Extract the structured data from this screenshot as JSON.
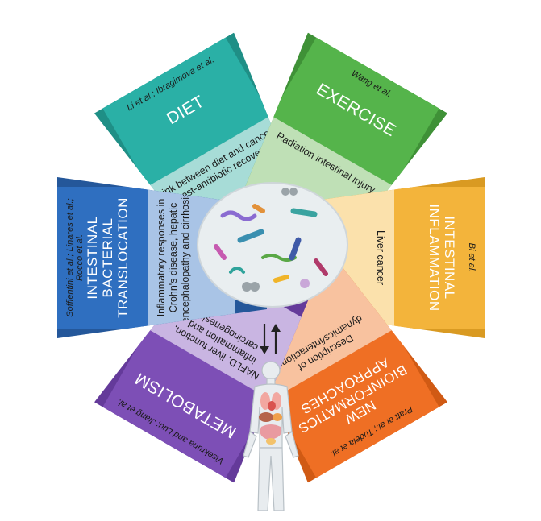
{
  "panels": [
    {
      "key": "diet",
      "refs": "Li et al.; Ibragimova et al.",
      "title": "DIET",
      "desc": "Link between diet and cancer, post-antibiotic recovery",
      "colors": {
        "head": "#2ab0a6",
        "body": "#a7dcd7",
        "side": "#1f8f86"
      }
    },
    {
      "key": "exercise",
      "refs": "Wang et al.",
      "title": "EXERCISE",
      "desc": "Radiation intestinal injury",
      "colors": {
        "head": "#55b44b",
        "body": "#bfe0b6",
        "side": "#3f9137"
      }
    },
    {
      "key": "inflammation",
      "refs": "Bi et al.",
      "title": "INTESTINAL INFLAMMATION",
      "desc": "Liver cancer",
      "colors": {
        "head": "#f3b43b",
        "body": "#fbe1ac",
        "side": "#d99a22"
      }
    },
    {
      "key": "bioinformatics",
      "refs": "Pratt et al.; Tudela et al.",
      "title": "NEW BIOINFORMATICS APPROACHES",
      "desc": "Description of dynamics/interactions",
      "colors": {
        "head": "#ef6f24",
        "body": "#f8c29f",
        "side": "#d05a14"
      }
    },
    {
      "key": "metabolism",
      "refs": "Visekruna and Luu; Jiang et al.",
      "title": "METABOLISM",
      "desc": "NAFLD, liver function, inflammation and carcinogenesis",
      "colors": {
        "head": "#7d4fb6",
        "body": "#c9b5e2",
        "side": "#643a9a"
      }
    },
    {
      "key": "translocation",
      "refs": "Soffientini et al.; Linares et al.; Rocco et al.",
      "title": "INTESTINAL BACTERIAL TRANSLOCATION",
      "desc": "Inflammatory responses in Crohn's disease, hepatic encephalopathy and cirrhosis",
      "colors": {
        "head": "#2f6fc0",
        "body": "#a9c4e6",
        "side": "#24579a"
      }
    }
  ],
  "icons": [
    "microbiome-dish-icon",
    "bidirectional-arrows-icon",
    "human-body-organs-icon"
  ]
}
